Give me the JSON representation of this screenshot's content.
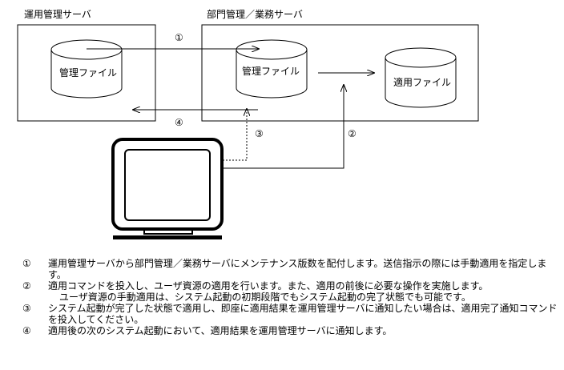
{
  "servers": {
    "ops": {
      "label": "運用管理サーバ"
    },
    "dept": {
      "label": "部門管理／業務サーバ"
    }
  },
  "files": {
    "ops_mgmt": "管理ファイル",
    "dept_mgmt": "管理ファイル",
    "apply": "適用ファイル"
  },
  "steps": {
    "s1": "①",
    "s2": "②",
    "s3": "③",
    "s4": "④"
  },
  "notes": [
    {
      "num": "①",
      "text": "運用管理サーバから部門管理／業務サーバにメンテナンス版数を配付します。送信指示の際には手動適用を指定します。"
    },
    {
      "num": "②",
      "text": "適用コマンドを投入し、ユーザ資源の適用を行います。また、適用の前後に必要な操作を実施します。"
    },
    {
      "num": "",
      "text": "ユーザ資源の手動適用は、システム起動の初期段階でもシステム起動の完了状態でも可能です。"
    },
    {
      "num": "③",
      "text": "システム起動が完了した状態で適用し、即座に適用結果を運用管理サーバに通知したい場合は、適用完了通知コマンドを投入してください。"
    },
    {
      "num": "④",
      "text": "適用後の次のシステム起動において、適用結果を運用管理サーバに通知します。"
    }
  ]
}
